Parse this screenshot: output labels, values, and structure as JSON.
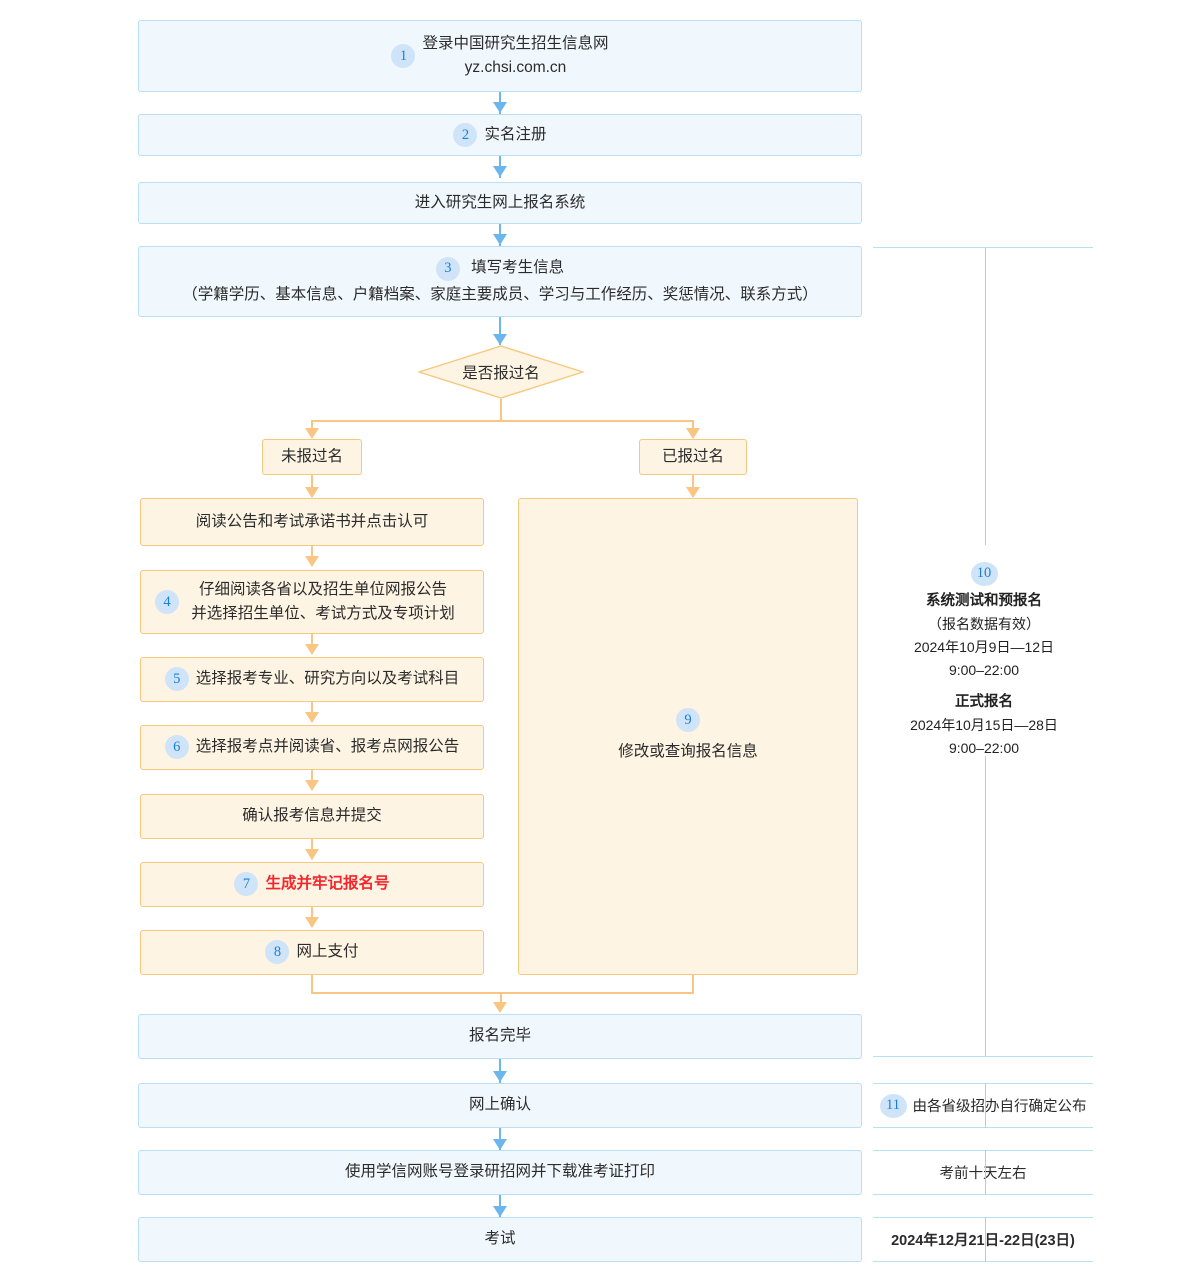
{
  "flow": {
    "nodes": [
      {
        "id": "login",
        "badge": "1",
        "lines": [
          "登录中国研究生招生信息网",
          "yz.chsi.com.cn"
        ]
      },
      {
        "id": "realname",
        "badge": "2",
        "lines": [
          "实名注册"
        ]
      },
      {
        "id": "enter-system",
        "badge": "",
        "lines": [
          "进入研究生网上报名系统"
        ]
      },
      {
        "id": "fill-info",
        "badge": "3",
        "lines": [
          "填写考生信息",
          "（学籍学历、基本信息、户籍档案、家庭主要成员、学习与工作经历、奖惩情况、联系方式）"
        ]
      },
      {
        "id": "finish",
        "badge": "",
        "lines": [
          "报名完毕"
        ]
      },
      {
        "id": "online-confirm",
        "badge": "",
        "lines": [
          "网上确认"
        ]
      },
      {
        "id": "download-ticket",
        "badge": "",
        "lines": [
          "使用学信网账号登录研招网并下载准考证打印"
        ]
      },
      {
        "id": "exam",
        "badge": "",
        "lines": [
          "考试"
        ]
      }
    ],
    "decision": {
      "label": "是否报过名"
    },
    "branches": {
      "left_label": "未报过名",
      "right_label": "已报过名"
    },
    "left_steps": [
      {
        "badge": "",
        "lines": [
          "阅读公告和考试承诺书并点击认可"
        ]
      },
      {
        "badge": "4",
        "lines": [
          "仔细阅读各省以及招生单位网报公告",
          "并选择招生单位、考试方式及专项计划"
        ]
      },
      {
        "badge": "5",
        "lines": [
          "选择报考专业、研究方向以及考试科目"
        ]
      },
      {
        "badge": "6",
        "lines": [
          "选择报考点并阅读省、报考点网报公告"
        ]
      },
      {
        "badge": "",
        "lines": [
          "确认报考信息并提交"
        ]
      },
      {
        "badge": "7",
        "lines": [
          "生成并牢记报名号"
        ],
        "highlight": true
      },
      {
        "badge": "8",
        "lines": [
          "网上支付"
        ]
      }
    ],
    "right_step": {
      "badge": "9",
      "lines": [
        "修改或查询报名信息"
      ]
    }
  },
  "timeline": {
    "registration": {
      "badge": "10",
      "test_title": "系统测试和预报名",
      "test_note": "（报名数据有效）",
      "test_date": "2024年10月9日—12日",
      "test_time": "9:00–22:00",
      "formal_title": "正式报名",
      "formal_date": "2024年10月15日—28日",
      "formal_time": "9:00–22:00"
    },
    "rows": [
      {
        "id": "confirm-date",
        "badge": "11",
        "text": "由各省级招办自行确定公布"
      },
      {
        "id": "ticket-date",
        "badge": "",
        "text": "考前十天左右"
      },
      {
        "id": "exam-date",
        "badge": "",
        "text": "2024年12月21日-22日(23日)"
      }
    ]
  },
  "colors": {
    "blue_fill": "#f1f8fd",
    "blue_border": "#badef4",
    "orange_fill": "#fdf4e4",
    "orange_border": "#f5c87d",
    "badge_bg": "#cfe4f8",
    "badge_text": "#1a7fd4",
    "highlight_text": "#f4262b",
    "arrow_blue": "#6bb6ec",
    "arrow_orange": "#f8c583"
  }
}
